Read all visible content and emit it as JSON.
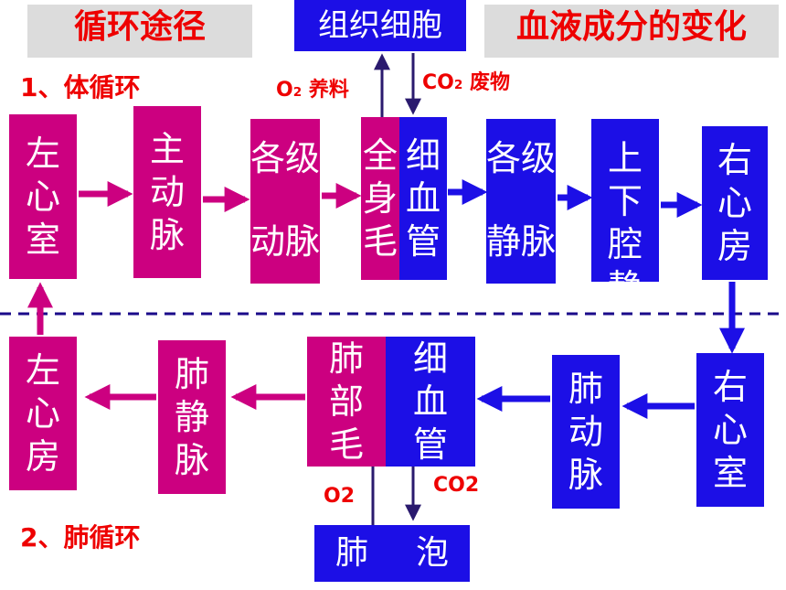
{
  "titles": {
    "circulation_route": "循环途径",
    "blood_change": "血液成分的变化"
  },
  "labels": {
    "systemic": "1、体循环",
    "pulmonary": "2、肺循环",
    "o2_nutrients_o": "O",
    "o2_nutrients_sub": "2",
    "o2_nutrients_text": " 养料",
    "co2_waste_co": "CO",
    "co2_waste_sub": "2",
    "co2_waste_text": " 废物",
    "o2": "O2",
    "co2": "CO2"
  },
  "systemic_row": {
    "left_ventricle": [
      "左",
      "心",
      "室"
    ],
    "aorta": [
      "主",
      "动",
      "脉"
    ],
    "arteries": [
      "各级",
      "动脉"
    ],
    "capillary_left": [
      "全",
      "身",
      "毛"
    ],
    "capillary_right": [
      "细",
      "血",
      "管"
    ],
    "veins": [
      "各级",
      "静脉"
    ],
    "vena_cava": [
      "上下",
      "腔",
      "静脉"
    ],
    "right_atrium": [
      "右",
      "心",
      "房"
    ],
    "tissue_cells": "组织细胞"
  },
  "pulmonary_row": {
    "left_atrium": [
      "左",
      "心",
      "房"
    ],
    "pulmonary_vein": [
      "肺",
      "静",
      "脉"
    ],
    "capillary_left": [
      "肺",
      "部",
      "毛"
    ],
    "capillary_right": [
      "细",
      "血",
      "管"
    ],
    "pulmonary_artery": [
      "肺",
      "动",
      "脉"
    ],
    "right_ventricle": [
      "右",
      "心",
      "室"
    ],
    "alveoli_left": "肺",
    "alveoli_right": "泡"
  },
  "colors": {
    "arterial": "#cc0080",
    "venous": "#1c0fe6",
    "label_red": "#ee0000",
    "divider": "#1a0a8a"
  }
}
